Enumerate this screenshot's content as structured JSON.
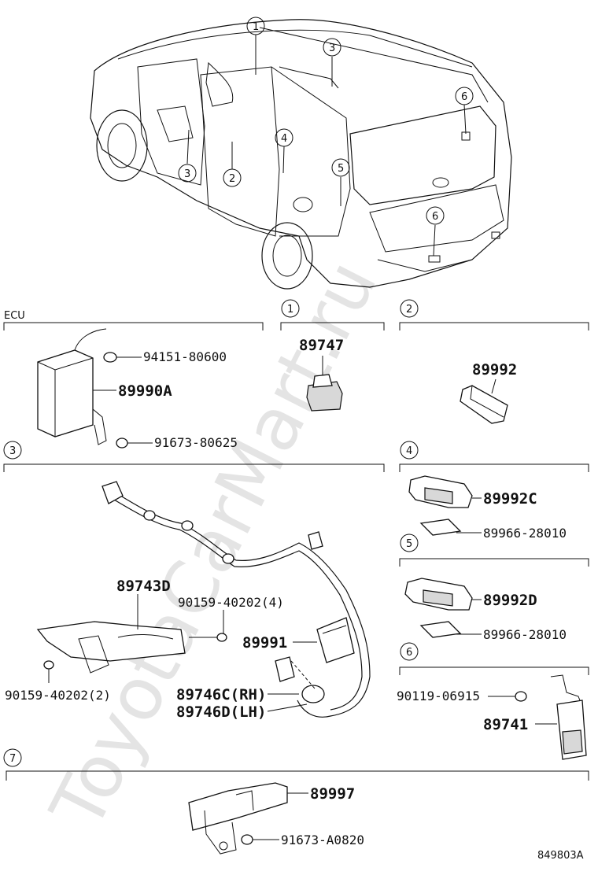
{
  "watermark": "ToyotaCarMart.ru",
  "callouts": [
    "1",
    "2",
    "3",
    "3",
    "4",
    "5",
    "6",
    "7"
  ],
  "sections": {
    "ecu": {
      "label": "ECU",
      "parts": [
        "94151-80600",
        "89990A",
        "91673-80625"
      ]
    },
    "s1": {
      "num": "1",
      "parts": [
        "89747"
      ]
    },
    "s2": {
      "num": "2",
      "parts": [
        "89992"
      ]
    },
    "s3": {
      "num": "3",
      "parts": [
        "89743D",
        "90159-40202(4)",
        "89991",
        "89746C(RH)",
        "89746D(LH)",
        "90159-40202(2)"
      ]
    },
    "s4": {
      "num": "4",
      "parts": [
        "89992C",
        "89966-28010"
      ]
    },
    "s5": {
      "num": "5",
      "parts": [
        "89992D",
        "89966-28010"
      ]
    },
    "s6": {
      "num": "6",
      "parts": [
        "90119-06915",
        "89741"
      ]
    },
    "s7": {
      "num": "7",
      "parts": [
        "89997",
        "91673-A0820"
      ]
    }
  },
  "diagram_code": "849803A"
}
